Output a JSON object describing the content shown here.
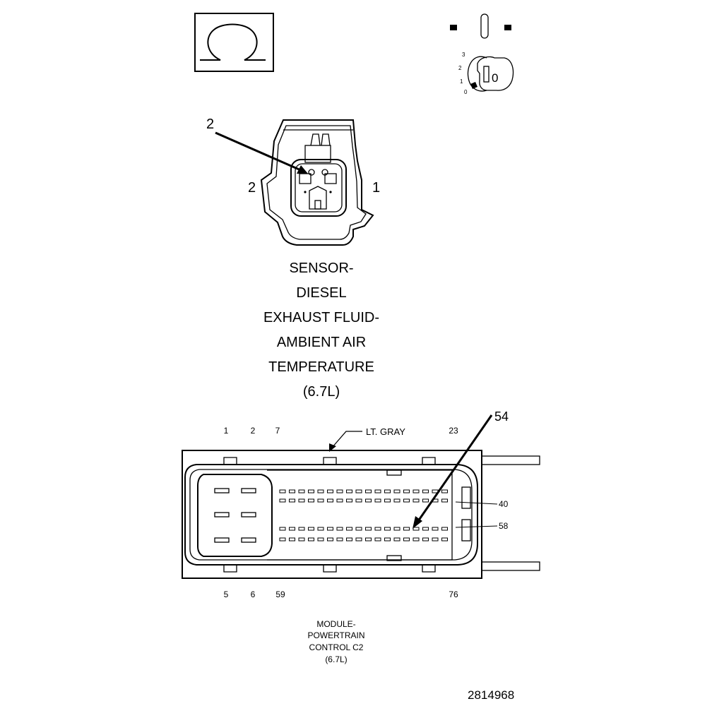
{
  "symbols": {
    "ohm_icon": "ohm-icon",
    "ignition_icon": "ignition-key-icon",
    "ignition_positions": [
      "3",
      "2",
      "1",
      "0"
    ],
    "key_label": "0"
  },
  "sensor_connector": {
    "callout_pin": "2",
    "pin_left": "2",
    "pin_right": "1",
    "title_lines": [
      "SENSOR-",
      "DIESEL",
      "EXHAUST FLUID-",
      "AMBIENT AIR",
      "TEMPERATURE",
      "(6.7L)"
    ]
  },
  "pcm_connector": {
    "callout_pin": "54",
    "color_label": "LT. GRAY",
    "top_pins": [
      "1",
      "2",
      "7",
      "23"
    ],
    "bottom_pins": [
      "5",
      "6",
      "59",
      "76"
    ],
    "side_pins": [
      "40",
      "58"
    ],
    "title_lines": [
      "MODULE-",
      "POWERTRAIN",
      "CONTROL C2",
      "(6.7L)"
    ]
  },
  "figure_number": "2814968"
}
